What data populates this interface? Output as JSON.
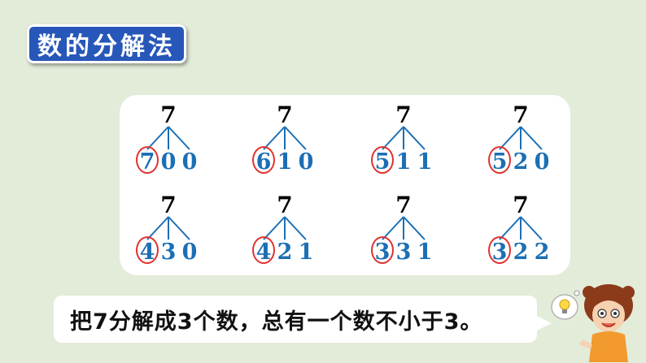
{
  "title": "数的分解法",
  "trees": [
    {
      "root": "7",
      "parts": [
        "7",
        "0",
        "0"
      ]
    },
    {
      "root": "7",
      "parts": [
        "6",
        "1",
        "0"
      ]
    },
    {
      "root": "7",
      "parts": [
        "5",
        "1",
        "1"
      ]
    },
    {
      "root": "7",
      "parts": [
        "5",
        "2",
        "0"
      ]
    },
    {
      "root": "7",
      "parts": [
        "4",
        "3",
        "0"
      ]
    },
    {
      "root": "7",
      "parts": [
        "4",
        "2",
        "1"
      ]
    },
    {
      "root": "7",
      "parts": [
        "3",
        "3",
        "1"
      ]
    },
    {
      "root": "7",
      "parts": [
        "3",
        "2",
        "2"
      ]
    }
  ],
  "statement": "把7分解成3个数，总有一个数不小于3。",
  "icons": [
    "lightbulb-icon",
    "teacher-girl-illustration"
  ],
  "colors": {
    "title_bg": "#2757b8",
    "number_blue": "#1b6fb5",
    "circle_red": "#e0312f",
    "background": "#e3ecd9"
  }
}
